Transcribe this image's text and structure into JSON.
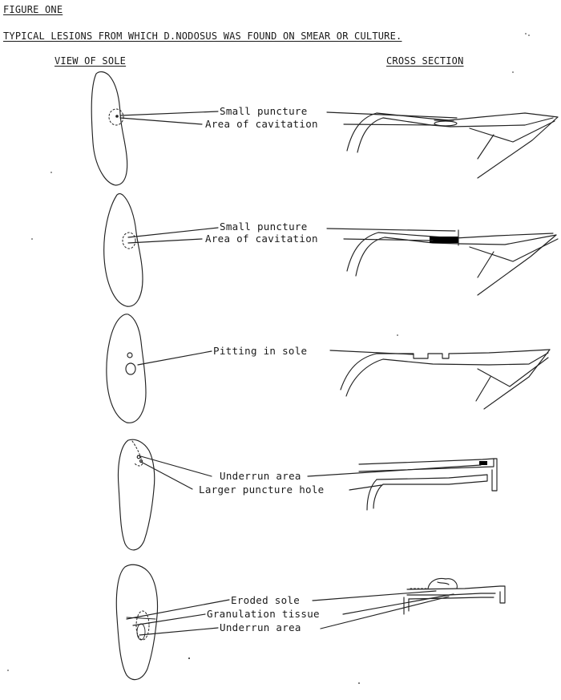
{
  "figure": {
    "title": "FIGURE ONE",
    "subtitle": "TYPICAL LESIONS FROM WHICH D.NODOSUS WAS FOUND ON SMEAR OR CULTURE.",
    "column_left": "VIEW OF SOLE",
    "column_right": "CROSS SECTION"
  },
  "panels": [
    {
      "labels": [
        "Small puncture",
        "Area of cavitation"
      ]
    },
    {
      "labels": [
        "Small puncture",
        "Area of cavitation"
      ]
    },
    {
      "labels": [
        "Pitting in sole"
      ]
    },
    {
      "labels": [
        "Underrun area",
        "Larger puncture hole"
      ]
    },
    {
      "labels": [
        "Eroded sole",
        "Granulation tissue",
        "Underrun area"
      ]
    }
  ]
}
